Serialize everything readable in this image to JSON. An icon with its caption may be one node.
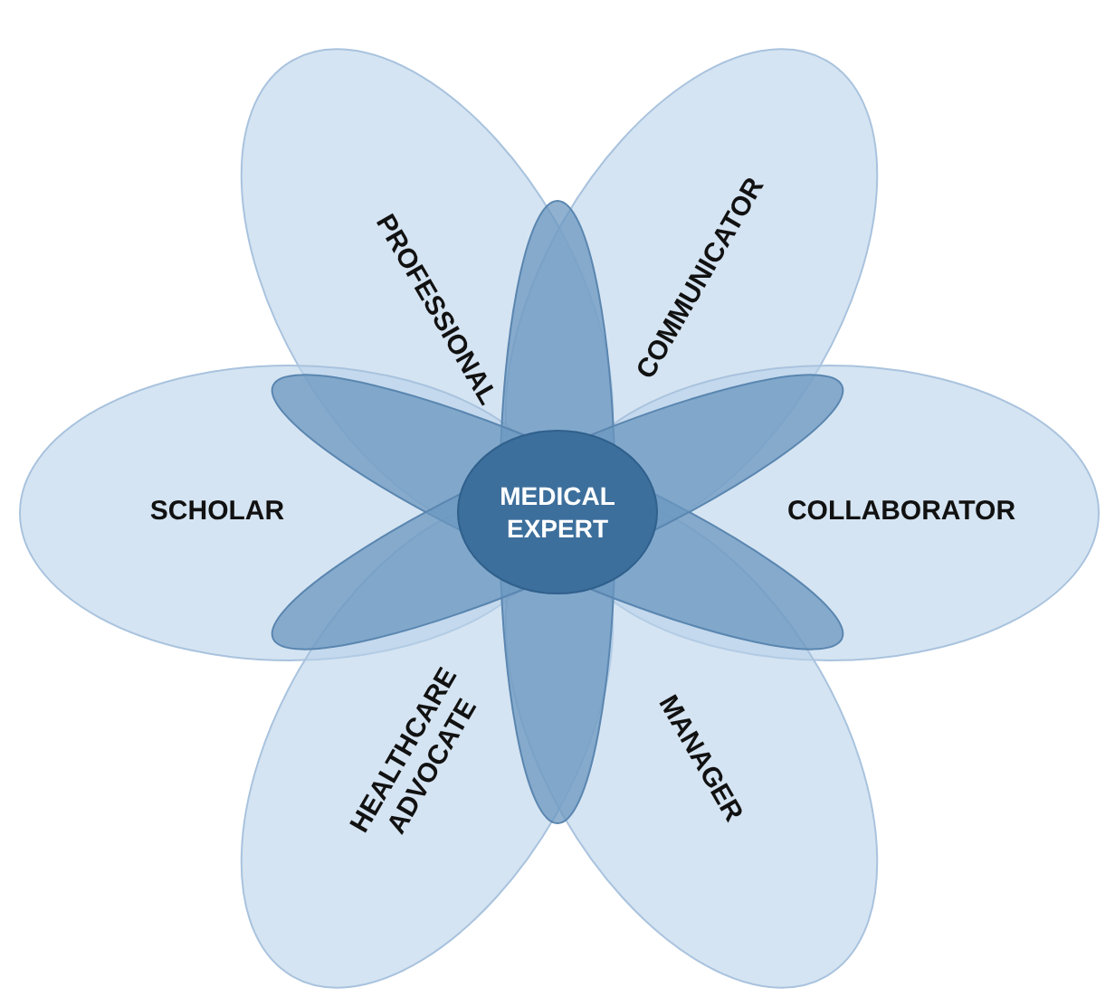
{
  "diagram": {
    "nodes": [
      {
        "text": [
          "PROFESSIONAL"
        ]
      },
      {
        "text": [
          "COMMUNICATOR"
        ]
      },
      {
        "text": [
          "SCHOLAR"
        ]
      },
      {
        "text": [
          "MEDICAL EXPERT"
        ]
      },
      {
        "text": [
          "COLLABORATOR"
        ]
      },
      {
        "text": [
          "HEALTHCARE ADVOCATE"
        ]
      },
      {
        "text": [
          "MANAGER"
        ]
      }
    ]
  }
}
